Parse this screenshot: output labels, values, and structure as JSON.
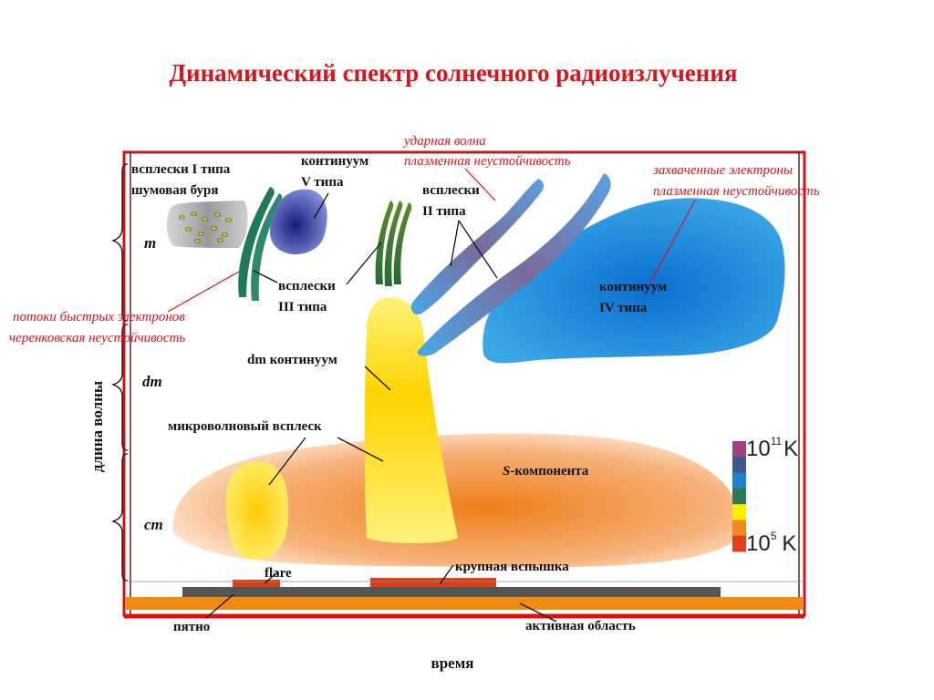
{
  "title": "Динамический спектр солнечного радиоизлучения",
  "axes": {
    "x_label": "время",
    "y_label": "длина волны"
  },
  "bands": {
    "m": "m",
    "dm": "dm",
    "cm": "cm"
  },
  "labels": {
    "type1_line1": "всплески I типа",
    "type1_line2": "шумовая буря",
    "contV_line1": "континуум",
    "contV_line2": "V типа",
    "shock_line1": "ударная волна",
    "shock_line2": "плазменная неустойчивость",
    "trapped_line1": "захваченные электроны",
    "trapped_line2": "плазменная неустойчивость",
    "type2_line1": "всплески",
    "type2_line2": "II типа",
    "type3_line1": "всплески",
    "type3_line2": "III типа",
    "contIV_line1": "континуум",
    "contIV_line2": "IV типа",
    "fast_line1": "потоки быстрых электронов",
    "fast_line2": "черенковская неустойчивость",
    "dm_cont": "dm континуум",
    "microwave": "микроволновый всплеск",
    "s_italic": "S",
    "s_rest": "-компонента",
    "flare": "flare",
    "big_flare": "крупная вспышка",
    "spot": "пятно",
    "active_region": "активная область"
  },
  "scale": {
    "top_base": "10",
    "top_exp": "11",
    "top_unit": "K",
    "bottom_base": "10",
    "bottom_exp": "5",
    "bottom_unit": "K",
    "colors": [
      "#a0457a",
      "#3e5a8c",
      "#1f82c8",
      "#2c7a5a",
      "#ffee00",
      "#f08a20",
      "#e0401a"
    ]
  }
}
